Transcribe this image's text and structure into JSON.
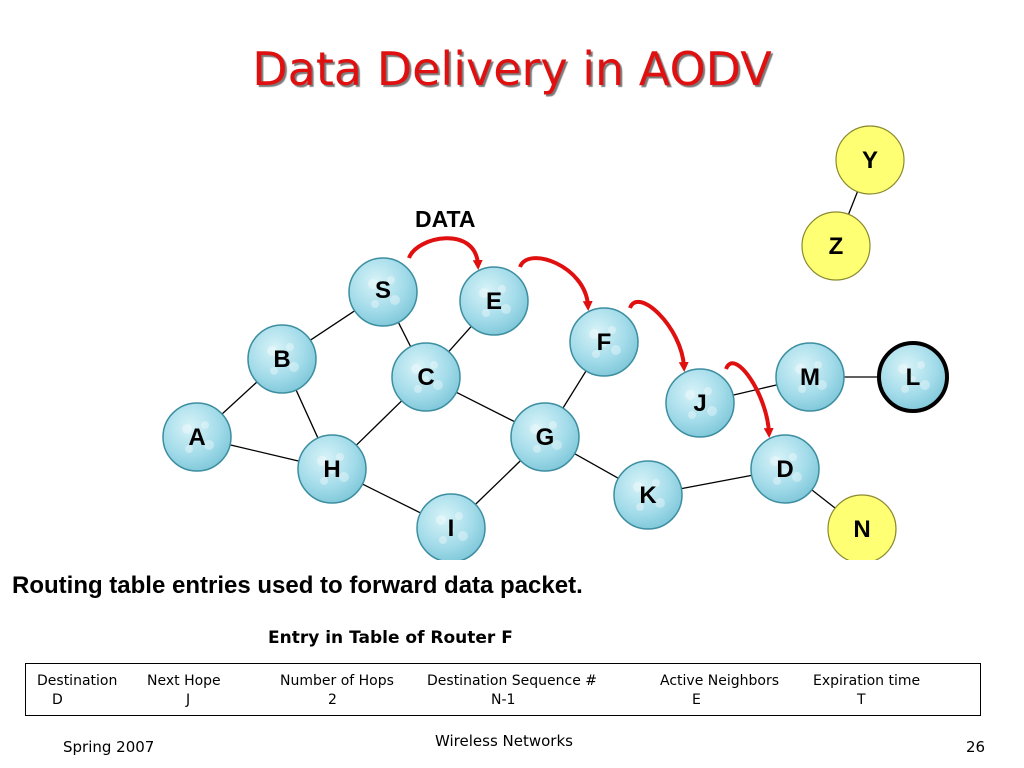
{
  "slide": {
    "title": "Data Delivery in AODV",
    "caption": "Routing table entries used to forward data packet.",
    "table_title": "Entry in Table of Router F",
    "footer": {
      "left": "Spring 2007",
      "center": "Wireless Networks",
      "right": "26"
    }
  },
  "diagram": {
    "data_label": "DATA",
    "colors": {
      "node_fill": "#a4dcea",
      "node_stroke": "#3c8ea0",
      "yellow_fill": "#ffff73",
      "edge": "#000000",
      "path": "#e01010"
    },
    "nodes": [
      {
        "id": "S",
        "label": "S",
        "style": "blue"
      },
      {
        "id": "E",
        "label": "E",
        "style": "blue"
      },
      {
        "id": "F",
        "label": "F",
        "style": "blue"
      },
      {
        "id": "B",
        "label": "B",
        "style": "blue"
      },
      {
        "id": "C",
        "label": "C",
        "style": "blue"
      },
      {
        "id": "J",
        "label": "J",
        "style": "blue"
      },
      {
        "id": "M",
        "label": "M",
        "style": "blue"
      },
      {
        "id": "L",
        "label": "L",
        "style": "blue-bold"
      },
      {
        "id": "A",
        "label": "A",
        "style": "blue"
      },
      {
        "id": "G",
        "label": "G",
        "style": "blue"
      },
      {
        "id": "H",
        "label": "H",
        "style": "blue"
      },
      {
        "id": "D",
        "label": "D",
        "style": "blue"
      },
      {
        "id": "K",
        "label": "K",
        "style": "blue"
      },
      {
        "id": "I",
        "label": "I",
        "style": "blue"
      },
      {
        "id": "Y",
        "label": "Y",
        "style": "yellow"
      },
      {
        "id": "Z",
        "label": "Z",
        "style": "yellow"
      },
      {
        "id": "N",
        "label": "N",
        "style": "yellow"
      }
    ],
    "edges": [
      [
        "S",
        "B"
      ],
      [
        "S",
        "C"
      ],
      [
        "E",
        "C"
      ],
      [
        "B",
        "A"
      ],
      [
        "B",
        "H"
      ],
      [
        "A",
        "H"
      ],
      [
        "C",
        "H"
      ],
      [
        "C",
        "G"
      ],
      [
        "F",
        "G"
      ],
      [
        "H",
        "I"
      ],
      [
        "G",
        "I"
      ],
      [
        "G",
        "K"
      ],
      [
        "K",
        "D"
      ],
      [
        "D",
        "N"
      ],
      [
        "J",
        "M"
      ],
      [
        "M",
        "L"
      ],
      [
        "Y",
        "Z"
      ]
    ],
    "data_path": [
      [
        "S",
        "E"
      ],
      [
        "E",
        "F"
      ],
      [
        "F",
        "J"
      ],
      [
        "J",
        "D"
      ]
    ]
  },
  "routing_table": {
    "headers": [
      "Destination",
      "Next Hope",
      "Number of Hops",
      "Destination Sequence #",
      "Active Neighbors",
      "Expiration time"
    ],
    "row": [
      "D",
      "J",
      "2",
      "N-1",
      "E",
      "T"
    ]
  }
}
